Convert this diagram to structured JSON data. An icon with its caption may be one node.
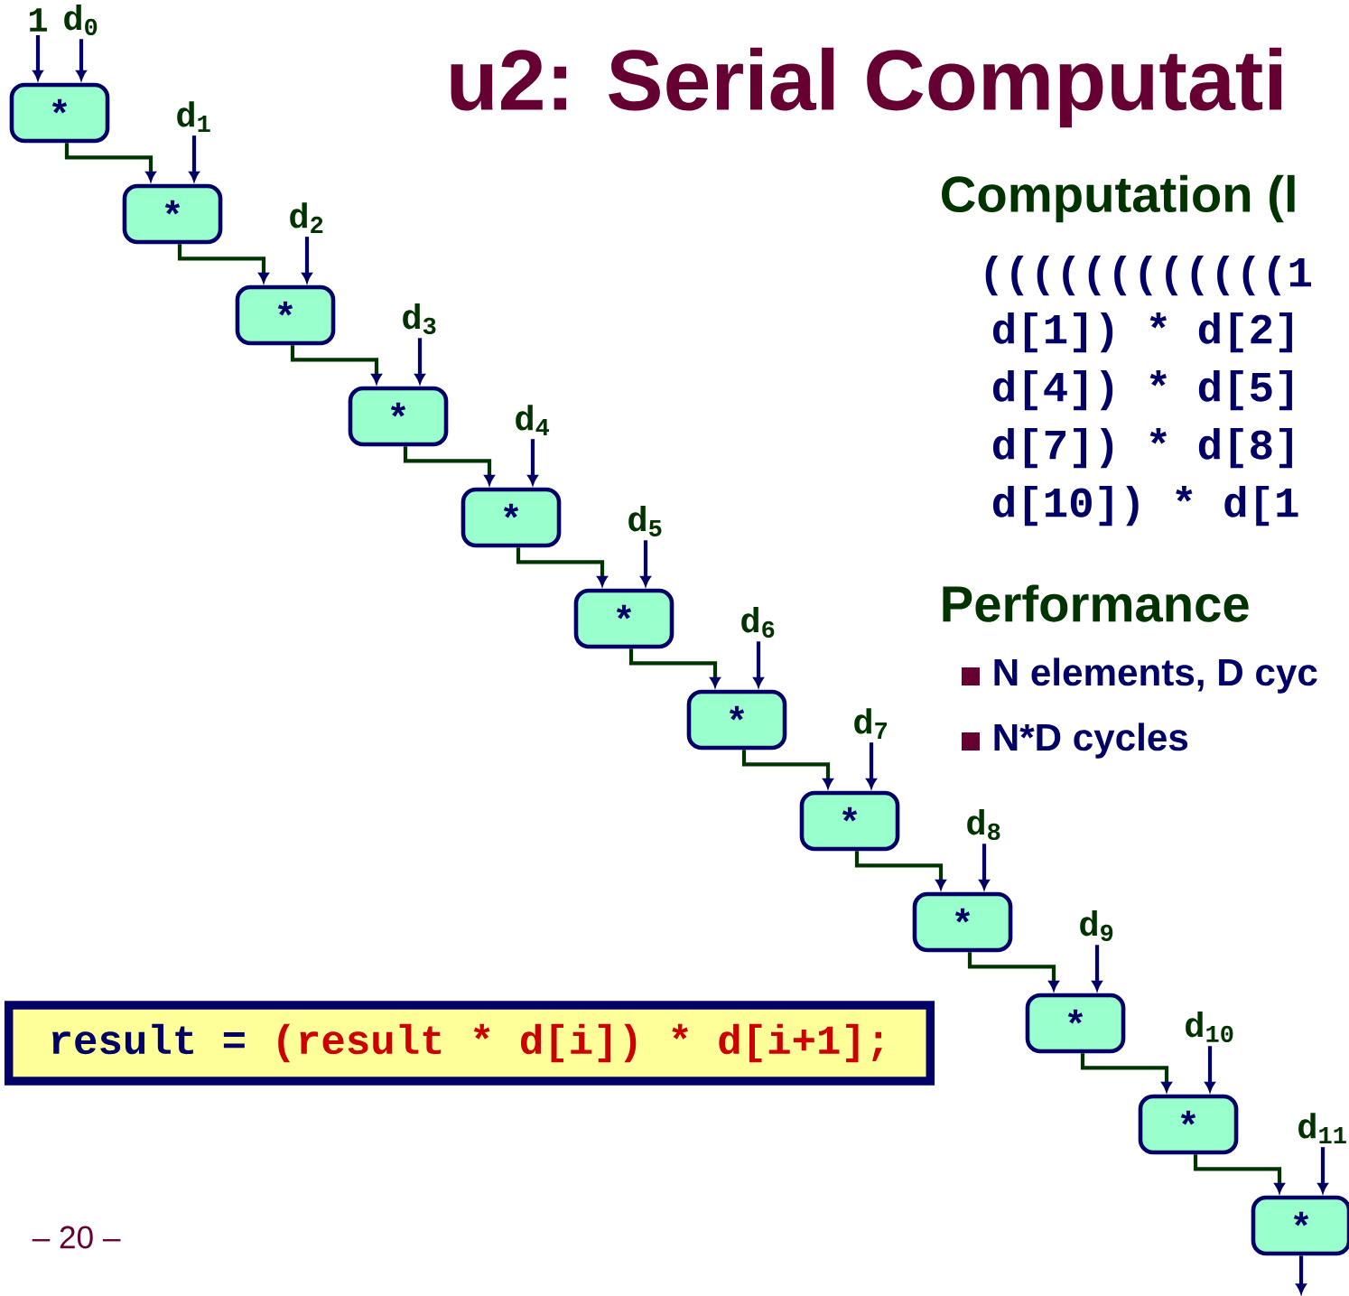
{
  "diagram": {
    "title": "u2: Serial Computati",
    "nodes": [
      {
        "text": [
          "1"
        ]
      },
      {
        "text": [
          "d$_{0}$"
        ]
      },
      {
        "text": [
          "*"
        ]
      },
      {
        "text": [
          "d$_{1}$"
        ]
      },
      {
        "text": [
          "*"
        ]
      },
      {
        "text": [
          "d$_{2}$"
        ]
      },
      {
        "text": [
          "*"
        ]
      },
      {
        "text": [
          "d$_{3}$"
        ]
      },
      {
        "text": [
          "*"
        ]
      },
      {
        "text": [
          "d$_{4}$"
        ]
      },
      {
        "text": [
          "*"
        ]
      },
      {
        "text": [
          "d$_{5}$"
        ]
      },
      {
        "text": [
          "*"
        ]
      },
      {
        "text": [
          "d$_{6}$"
        ]
      },
      {
        "text": [
          "*"
        ]
      },
      {
        "text": [
          "d$_{7}$"
        ]
      },
      {
        "text": [
          "*"
        ]
      },
      {
        "text": [
          "d$_{8}$"
        ]
      },
      {
        "text": [
          "*"
        ]
      },
      {
        "text": [
          "d$_{9}$"
        ]
      },
      {
        "text": [
          "*"
        ]
      },
      {
        "text": [
          "d$_{10}$"
        ]
      },
      {
        "text": [
          "*"
        ]
      },
      {
        "text": [
          "d$_{11}$"
        ]
      },
      {
        "text": [
          "*"
        ]
      },
      {
        "text": [
          "result =",
          "(result * d[i]) * d[i+1];"
        ]
      }
    ],
    "edges": [
      {
        "from": 0,
        "to": 2,
        "arrow": "to"
      },
      {
        "from": 1,
        "to": 2,
        "arrow": "to"
      },
      {
        "from": 2,
        "to": 4,
        "arrow": "to",
        "color": "#003300"
      },
      {
        "from": 3,
        "to": 4,
        "arrow": "to"
      },
      {
        "from": 4,
        "to": 6,
        "arrow": "to",
        "color": "#003300"
      },
      {
        "from": 5,
        "to": 6,
        "arrow": "to"
      },
      {
        "from": 6,
        "to": 8,
        "arrow": "to",
        "color": "#003300"
      },
      {
        "from": 7,
        "to": 8,
        "arrow": "to"
      },
      {
        "from": 8,
        "to": 10,
        "arrow": "to",
        "color": "#003300"
      },
      {
        "from": 9,
        "to": 10,
        "arrow": "to"
      },
      {
        "from": 10,
        "to": 12,
        "arrow": "to",
        "color": "#003300"
      },
      {
        "from": 11,
        "to": 12,
        "arrow": "to"
      },
      {
        "from": 12,
        "to": 14,
        "arrow": "to",
        "color": "#003300"
      },
      {
        "from": 13,
        "to": 14,
        "arrow": "to"
      },
      {
        "from": 14,
        "to": 16,
        "arrow": "to",
        "color": "#003300"
      },
      {
        "from": 15,
        "to": 16,
        "arrow": "to"
      },
      {
        "from": 16,
        "to": 18,
        "arrow": "to",
        "color": "#003300"
      },
      {
        "from": 17,
        "to": 18,
        "arrow": "to"
      },
      {
        "from": 18,
        "to": 20,
        "arrow": "to",
        "color": "#003300"
      },
      {
        "from": 19,
        "to": 20,
        "arrow": "to"
      },
      {
        "from": 20,
        "to": 22,
        "arrow": "to",
        "color": "#003300"
      },
      {
        "from": 21,
        "to": 22,
        "arrow": "to"
      },
      {
        "from": 22,
        "to": 24,
        "arrow": "to",
        "color": "#003300"
      },
      {
        "from": 23,
        "to": 24,
        "arrow": "to"
      },
      {
        "from": 24,
        "to": null,
        "arrow": "to"
      }
    ],
    "labels": [
      "Computation (l",
      "((((((((((((1",
      "d[1]) * d[2]",
      "d[4]) * d[5]",
      "d[7]) * d[8]",
      "d[10]) * d[1",
      "Performance",
      "N elements, D cyc",
      "N*D cycles",
      "– 20 –"
    ]
  }
}
